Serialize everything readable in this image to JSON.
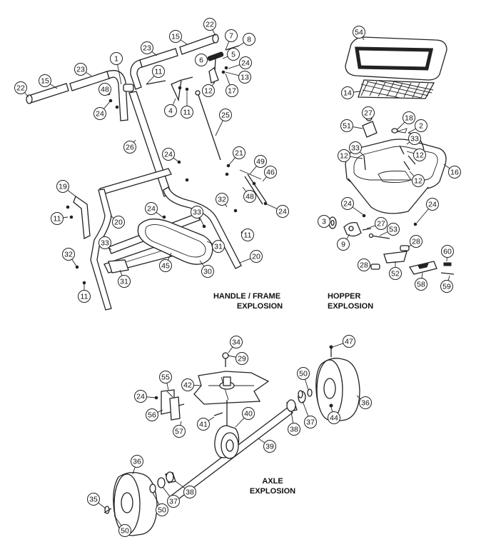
{
  "sections": {
    "handle_frame": {
      "line1": "HANDLE / FRAME",
      "line2": "EXPLOSION"
    },
    "hopper": {
      "line1": "HOPPER",
      "line2": "EXPLOSION"
    },
    "axle": {
      "line1": "AXLE",
      "line2": "EXPLOSION"
    }
  },
  "handle_frame_callouts": [
    "22",
    "15",
    "23",
    "1",
    "23",
    "15",
    "22",
    "7",
    "8",
    "6",
    "5",
    "24",
    "13",
    "17",
    "12",
    "11",
    "4",
    "11",
    "48",
    "24",
    "26",
    "25",
    "24",
    "21",
    "49",
    "46",
    "48",
    "24",
    "19",
    "11",
    "20",
    "32",
    "24",
    "33",
    "11",
    "31",
    "33",
    "32",
    "31",
    "45",
    "30",
    "20",
    "11"
  ],
  "hopper_callouts": [
    "54",
    "14",
    "27",
    "18",
    "2",
    "51",
    "33",
    "12",
    "12",
    "33",
    "12",
    "16",
    "24",
    "3",
    "27",
    "53",
    "24",
    "9",
    "28",
    "60",
    "28",
    "52",
    "58",
    "59"
  ],
  "axle_callouts": [
    "34",
    "29",
    "47",
    "55",
    "42",
    "50",
    "24",
    "56",
    "36",
    "57",
    "41",
    "40",
    "38",
    "37",
    "39",
    "44",
    "36",
    "50",
    "37",
    "38",
    "35",
    "50"
  ]
}
